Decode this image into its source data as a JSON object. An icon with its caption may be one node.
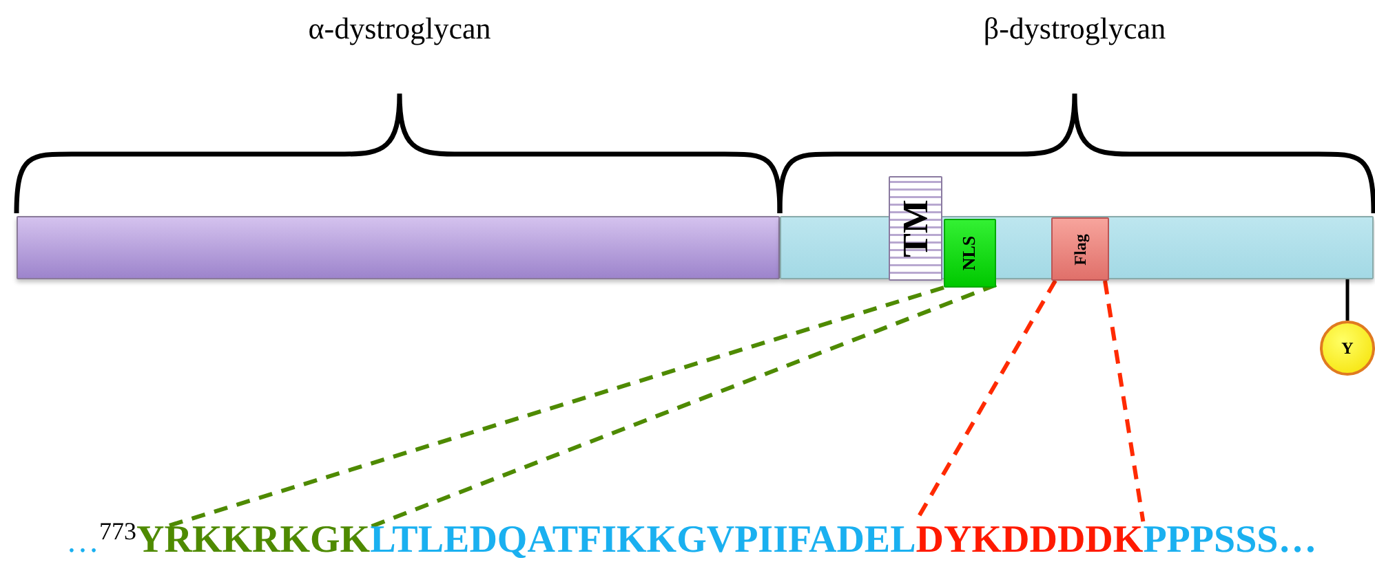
{
  "diagram": {
    "nodes": [
      {
        "text": [],
        "shape": "bar"
      },
      {
        "text": [],
        "shape": "bar"
      },
      {
        "text": [
          "TM"
        ]
      },
      {
        "text": [
          "NLS"
        ],
        "in": 1
      },
      {
        "text": [
          "Flag"
        ],
        "in": 1
      },
      {
        "text": [
          "Y"
        ]
      },
      {
        "text": [
          "YRKKRKGK"
        ]
      },
      {
        "text": [
          "DYKDDDDK"
        ]
      }
    ],
    "edges": [
      {
        "from": 1,
        "to": 5,
        "arrow": "none",
        "color": "#000000"
      },
      {
        "from": 3,
        "to": 6,
        "arrow": "none",
        "style": "dashed",
        "color": "#4e8a00"
      },
      {
        "from": 3,
        "to": 6,
        "arrow": "none",
        "style": "dashed",
        "color": "#4e8a00"
      },
      {
        "from": 4,
        "to": 7,
        "arrow": "none",
        "style": "dashed",
        "color": "#ff2a00"
      },
      {
        "from": 4,
        "to": 7,
        "arrow": "none",
        "style": "dashed",
        "color": "#ff2a00"
      }
    ],
    "labels": [
      "α-dystroglycan",
      "β-dystroglycan",
      "…$^{773}$",
      "LTLEDQATFIKKGVPIIFADEL",
      "PPPSSS…"
    ]
  }
}
